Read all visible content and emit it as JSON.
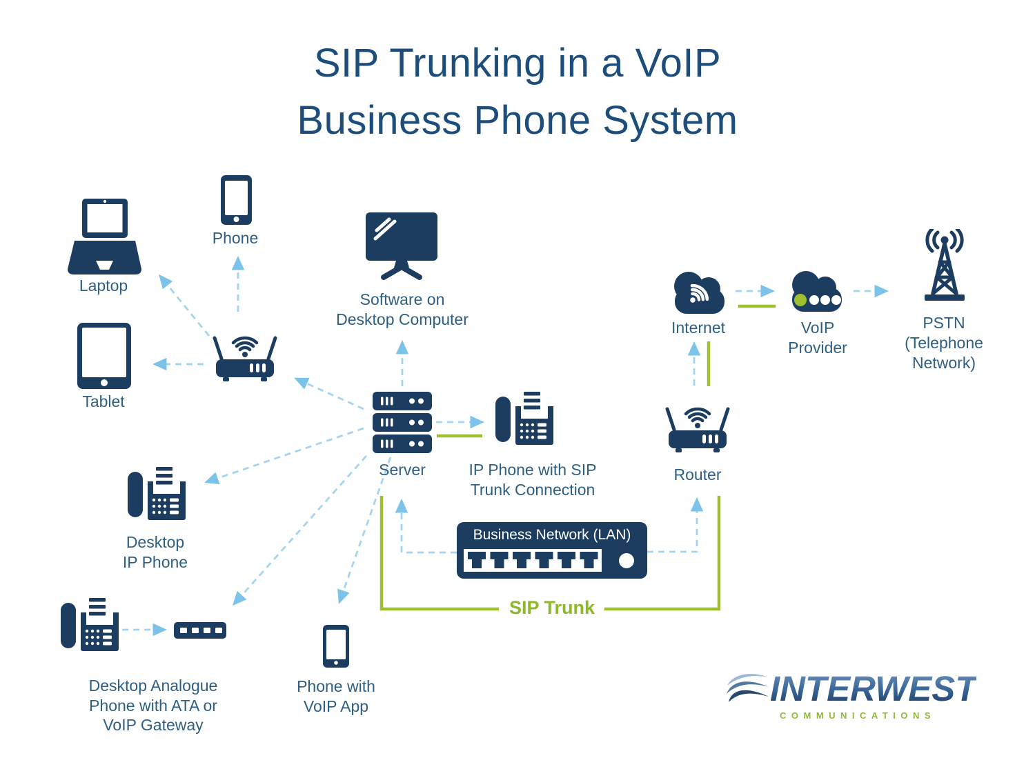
{
  "title": {
    "line1": "SIP Trunking in a VoIP",
    "line2": "Business Phone System"
  },
  "colors": {
    "navy": "#1c3d60",
    "label-blue": "#2e5f82",
    "title-blue": "#1d4d7a",
    "dash-blue": "#a4d4ee",
    "arrow-blue": "#7cc3e9",
    "green": "#a0bf30",
    "green-text": "#8cb829",
    "logo-green": "#8fba33",
    "white": "#ffffff"
  },
  "nodes": {
    "laptop": {
      "label": "Laptop"
    },
    "phone": {
      "label": "Phone"
    },
    "tablet": {
      "label": "Tablet"
    },
    "software": {
      "lines": [
        "Software on",
        "Desktop Computer"
      ]
    },
    "server": {
      "label": "Server"
    },
    "ip_phone_sip": {
      "lines": [
        "IP Phone with SIP",
        "Trunk Connection"
      ]
    },
    "desktop_ip_phone": {
      "lines": [
        "Desktop",
        "IP Phone"
      ]
    },
    "analogue_phone": {
      "lines": [
        "Desktop Analogue",
        "Phone with ATA or",
        "VoIP Gateway"
      ]
    },
    "voip_app_phone": {
      "lines": [
        "Phone with",
        "VoIP App"
      ]
    },
    "lan": {
      "label": "Business Network (LAN)"
    },
    "sip_trunk": {
      "label": "SIP Trunk"
    },
    "internet": {
      "label": "Internet"
    },
    "voip_provider": {
      "lines": [
        "VoIP",
        "Provider"
      ]
    },
    "pstn": {
      "lines": [
        "PSTN",
        "(Telephone",
        "Network)"
      ]
    },
    "router": {
      "label": "Router"
    }
  },
  "logo": {
    "brand": "INTERWEST",
    "tagline": "COMMUNICATIONS"
  }
}
